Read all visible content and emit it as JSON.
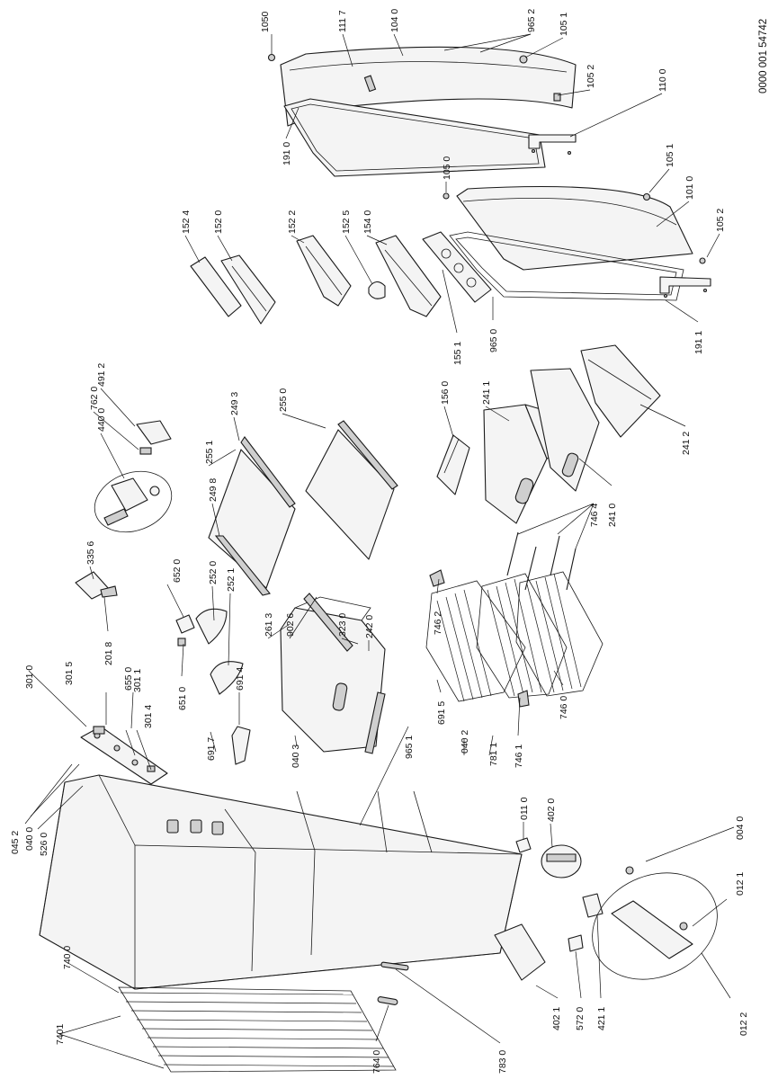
{
  "document_number": "0000 001 54742",
  "callouts": [
    {
      "id": "c1050",
      "label": "1050"
    },
    {
      "id": "c1117",
      "label": "111 7"
    },
    {
      "id": "c1040",
      "label": "104 0"
    },
    {
      "id": "c9652",
      "label": "965 2"
    },
    {
      "id": "c1051a",
      "label": "105 1"
    },
    {
      "id": "c1052a",
      "label": "105 2"
    },
    {
      "id": "c1100",
      "label": "110 0"
    },
    {
      "id": "c1910",
      "label": "191 0"
    },
    {
      "id": "c1051b",
      "label": "105 1"
    },
    {
      "id": "c1010",
      "label": "101 0"
    },
    {
      "id": "c1052b",
      "label": "105 2"
    },
    {
      "id": "c1050b",
      "label": "105 0"
    },
    {
      "id": "c1524",
      "label": "152 4"
    },
    {
      "id": "c1520",
      "label": "152 0"
    },
    {
      "id": "c1522",
      "label": "152 2"
    },
    {
      "id": "c1525",
      "label": "152 5"
    },
    {
      "id": "c1540",
      "label": "154 0"
    },
    {
      "id": "c9650",
      "label": "965 0"
    },
    {
      "id": "c1551",
      "label": "155 1"
    },
    {
      "id": "c1911",
      "label": "191 1"
    },
    {
      "id": "c4400",
      "label": "440 0"
    },
    {
      "id": "c7620",
      "label": "762 0"
    },
    {
      "id": "c4912",
      "label": "491 2"
    },
    {
      "id": "c2551",
      "label": "255 1"
    },
    {
      "id": "c2493",
      "label": "249 3"
    },
    {
      "id": "c2550",
      "label": "255 0"
    },
    {
      "id": "c1560",
      "label": "156 0"
    },
    {
      "id": "c2411",
      "label": "241 1"
    },
    {
      "id": "c2412",
      "label": "241 2"
    },
    {
      "id": "c2498",
      "label": "249 8"
    },
    {
      "id": "c7464",
      "label": "746 4"
    },
    {
      "id": "c2410",
      "label": "241 0"
    },
    {
      "id": "c3356",
      "label": "335 6"
    },
    {
      "id": "c6520",
      "label": "652 0"
    },
    {
      "id": "c2520",
      "label": "252 0"
    },
    {
      "id": "c2521",
      "label": "252 1"
    },
    {
      "id": "c2613",
      "label": "261 3"
    },
    {
      "id": "c9026",
      "label": "902 6"
    },
    {
      "id": "c3230",
      "label": "323 0"
    },
    {
      "id": "c2420",
      "label": "242 0"
    },
    {
      "id": "c2018",
      "label": "201 8"
    },
    {
      "id": "c7462",
      "label": "746 2"
    },
    {
      "id": "c3010",
      "label": "301 0"
    },
    {
      "id": "c3015",
      "label": "301 5"
    },
    {
      "id": "c6550",
      "label": "655 0"
    },
    {
      "id": "c3011",
      "label": "301 1"
    },
    {
      "id": "c3014",
      "label": "301 4"
    },
    {
      "id": "c6510",
      "label": "651 0"
    },
    {
      "id": "c6914",
      "label": "691 4"
    },
    {
      "id": "c6915",
      "label": "691 5"
    },
    {
      "id": "c7460",
      "label": "746 0"
    },
    {
      "id": "c6917",
      "label": "691 7"
    },
    {
      "id": "c0403",
      "label": "040 3"
    },
    {
      "id": "c9651",
      "label": "965 1"
    },
    {
      "id": "c0402",
      "label": "040 2"
    },
    {
      "id": "c7811",
      "label": "781 1"
    },
    {
      "id": "c7461",
      "label": "746 1"
    },
    {
      "id": "c0452",
      "label": "045 2"
    },
    {
      "id": "c0400",
      "label": "040 0"
    },
    {
      "id": "c5260",
      "label": "526 0"
    },
    {
      "id": "c0110",
      "label": "011 0"
    },
    {
      "id": "c4020",
      "label": "402 0"
    },
    {
      "id": "c0040",
      "label": "004 0"
    },
    {
      "id": "c0121",
      "label": "012 1"
    },
    {
      "id": "c7400",
      "label": "740 0"
    },
    {
      "id": "c7401",
      "label": "7401"
    },
    {
      "id": "c7640",
      "label": "764 0"
    },
    {
      "id": "c7830",
      "label": "783 0"
    },
    {
      "id": "c4021",
      "label": "402 1"
    },
    {
      "id": "c5720",
      "label": "572 0"
    },
    {
      "id": "c4211",
      "label": "421 1"
    },
    {
      "id": "c0122",
      "label": "012 2"
    }
  ]
}
